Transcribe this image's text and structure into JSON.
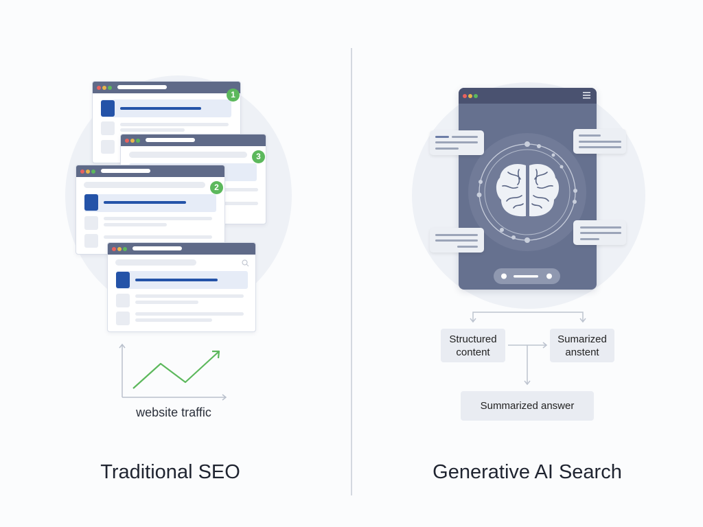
{
  "left": {
    "title": "Traditional SEO",
    "rank_badges": [
      "1",
      "3",
      "2"
    ],
    "chart_label": "website traffic",
    "icons": [
      "search-icon"
    ]
  },
  "right": {
    "title": "Generative AI Search",
    "icons": [
      "menu-icon",
      "brain-icon"
    ],
    "flow": {
      "box1": "Structured content",
      "box2": "Sumarized anstent",
      "box3": "Summarized answer"
    }
  },
  "colors": {
    "accent_blue": "#2453a8",
    "green": "#5cb85c",
    "device": "#66718f"
  }
}
